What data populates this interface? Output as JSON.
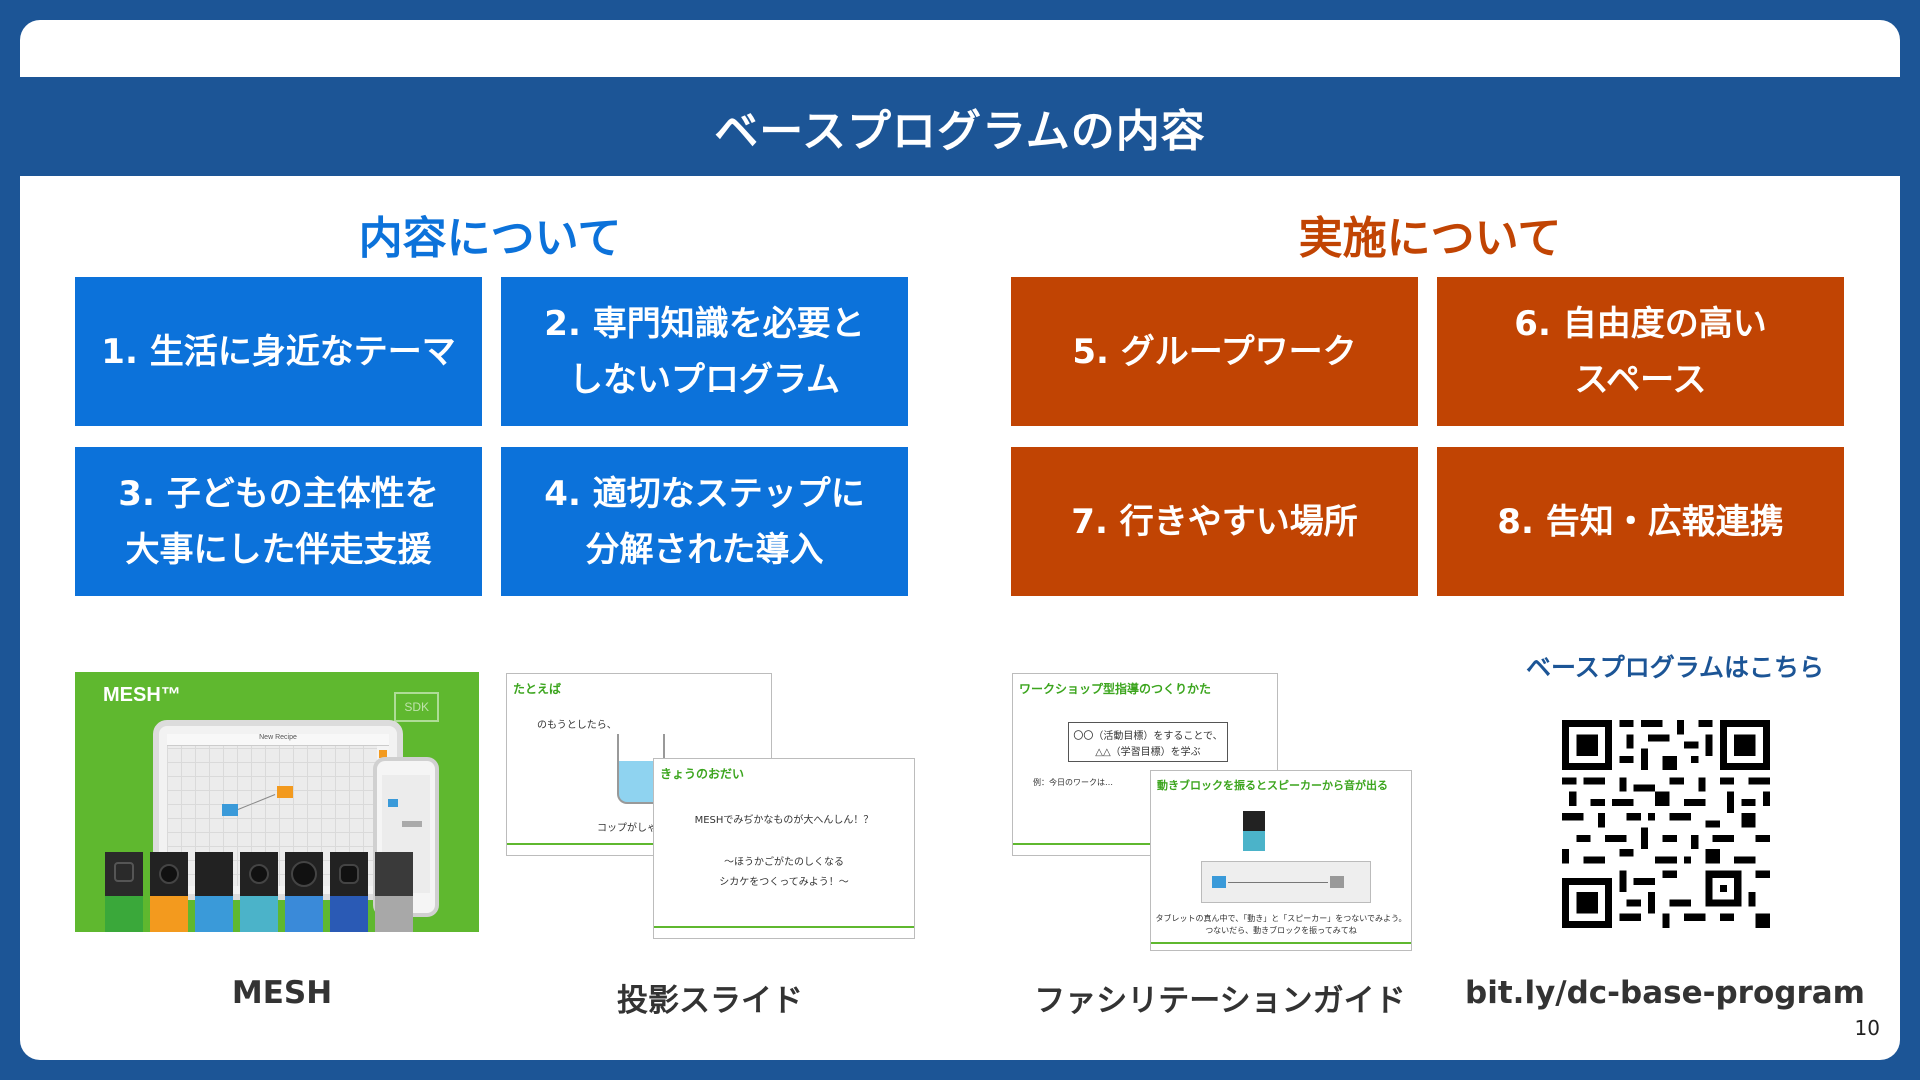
{
  "title": "ベースプログラムの内容",
  "left_section": {
    "heading": "内容について",
    "cards": [
      "1. 生活に身近なテーマ",
      "2. 専門知識を必要と\nしないプログラム",
      "3. 子どもの主体性を\n大事にした伴走支援",
      "4. 適切なステップに\n分解された導入"
    ]
  },
  "right_section": {
    "heading": "実施について",
    "cards": [
      "5. グループワーク",
      "6. 自由度の高い\nスペース",
      "7. 行きやすい場所",
      "8. 告知・広報連携"
    ]
  },
  "mesh_image": {
    "logo": "MESH™",
    "sdk": "SDK",
    "tablet_title": "New Recipe"
  },
  "slide_thumb_1": {
    "title": "たとえば",
    "text": "のもうとしたら、",
    "text2": "コップがしゃ"
  },
  "slide_thumb_2": {
    "title": "きょうのおだい",
    "line1": "MESHでみぢかなものが大へんしん！？",
    "line2": "〜ほうかごがたのしくなる",
    "line3": "シカケをつくってみよう！〜"
  },
  "slide_thumb_3": {
    "title": "ワークショップ型指導のつくりかた",
    "box1": "〇〇（活動目標）をすることで、",
    "box2": "△△（学習目標）を学ぶ",
    "example": "例：今日のワークは…"
  },
  "slide_thumb_4": {
    "title": "動きブロックを振るとスピーカーから音が出る",
    "line1": "タブレットの真ん中で、「動き」と「スピーカー」をつないでみよう。",
    "line2": "つないだら、動きブロックを振ってみてね"
  },
  "captions": {
    "mesh": "MESH",
    "slides": "投影スライド",
    "guide": "ファシリテーションガイド",
    "url": "bit.ly/dc-base-program"
  },
  "qr_heading": "ベースプログラムはこちら",
  "page_number": "10",
  "colors": {
    "frame": "#1c5596",
    "blue_card": "#0c72da",
    "orange_card": "#c14403",
    "mesh_green": "#5fb82f"
  },
  "icons": [
    "qr-code-icon"
  ]
}
